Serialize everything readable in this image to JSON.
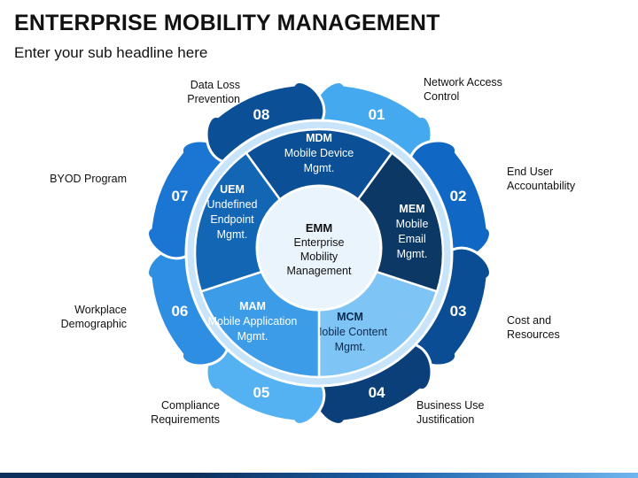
{
  "header": {
    "title": "ENTERPRISE MOBILITY MANAGEMENT",
    "subtitle": "Enter your sub headline here"
  },
  "center": {
    "abbr": "EMM",
    "lines": [
      "Enterprise",
      "Mobility",
      "Management"
    ]
  },
  "segments": [
    {
      "abbr": "MDM",
      "lines": [
        "Mobile Device",
        "Mgmt."
      ],
      "color": "#0b4f96"
    },
    {
      "abbr": "MEM",
      "lines": [
        "Mobile",
        "Email",
        "Mgmt."
      ],
      "color": "#0b3865"
    },
    {
      "abbr": "MCM",
      "lines": [
        "Mobile Content",
        "Mgmt."
      ],
      "color": "#7ec4f4"
    },
    {
      "abbr": "MAM",
      "lines": [
        "Mobile Application",
        "Mgmt."
      ],
      "color": "#3c9ce8"
    },
    {
      "abbr": "UEM",
      "lines": [
        "Undefined",
        "Endpoint",
        "Mgmt."
      ],
      "color": "#1266b4"
    }
  ],
  "petals": [
    {
      "number": "01",
      "label": [
        "Network Access",
        "Control"
      ],
      "color": "#45a9f0"
    },
    {
      "number": "02",
      "label": [
        "End User",
        "Accountability"
      ],
      "color": "#1168c4"
    },
    {
      "number": "03",
      "label": [
        "Cost and",
        "Resources"
      ],
      "color": "#0a4d94"
    },
    {
      "number": "04",
      "label": [
        "Business Use",
        "Justification"
      ],
      "color": "#0b3f7a"
    },
    {
      "number": "05",
      "label": [
        "Compliance",
        "Requirements"
      ],
      "color": "#55b2f2"
    },
    {
      "number": "06",
      "label": [
        "Workplace",
        "Demographic"
      ],
      "color": "#2e8ee2"
    },
    {
      "number": "07",
      "label": [
        "BYOD Program"
      ],
      "color": "#1a76d2"
    },
    {
      "number": "08",
      "label": [
        "Data Loss",
        "Prevention"
      ],
      "color": "#0b4f96"
    }
  ],
  "colors": {
    "ring": "#c8e4fb",
    "center": "#eaf4fd",
    "footer_dark": "#0d2f5c",
    "footer_light": "#6fb6ee"
  }
}
